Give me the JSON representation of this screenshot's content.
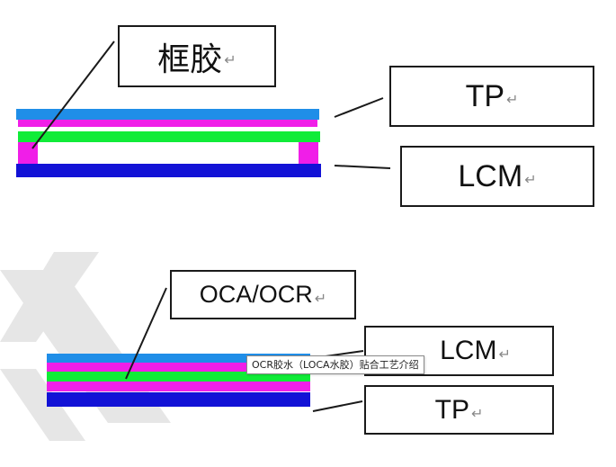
{
  "colors": {
    "tp_blue": "#1f8ee8",
    "frame_magenta": "#f01ee8",
    "layer_green": "#10ec38",
    "lcm_navy": "#1212d6",
    "outline": "#1a1a1a",
    "watermark": "#e6e6e6"
  },
  "top_diagram": {
    "frame_glue_label": "框胶",
    "tp_label": "TP",
    "lcm_label": "LCM"
  },
  "bottom_diagram": {
    "oca_label": "OCA/OCR",
    "lcm_label": "LCM",
    "tp_label": "TP"
  },
  "paragraph_mark": "↵",
  "tooltip": {
    "text": "OCR胶水（LOCA水胶）贴合工艺介绍"
  }
}
